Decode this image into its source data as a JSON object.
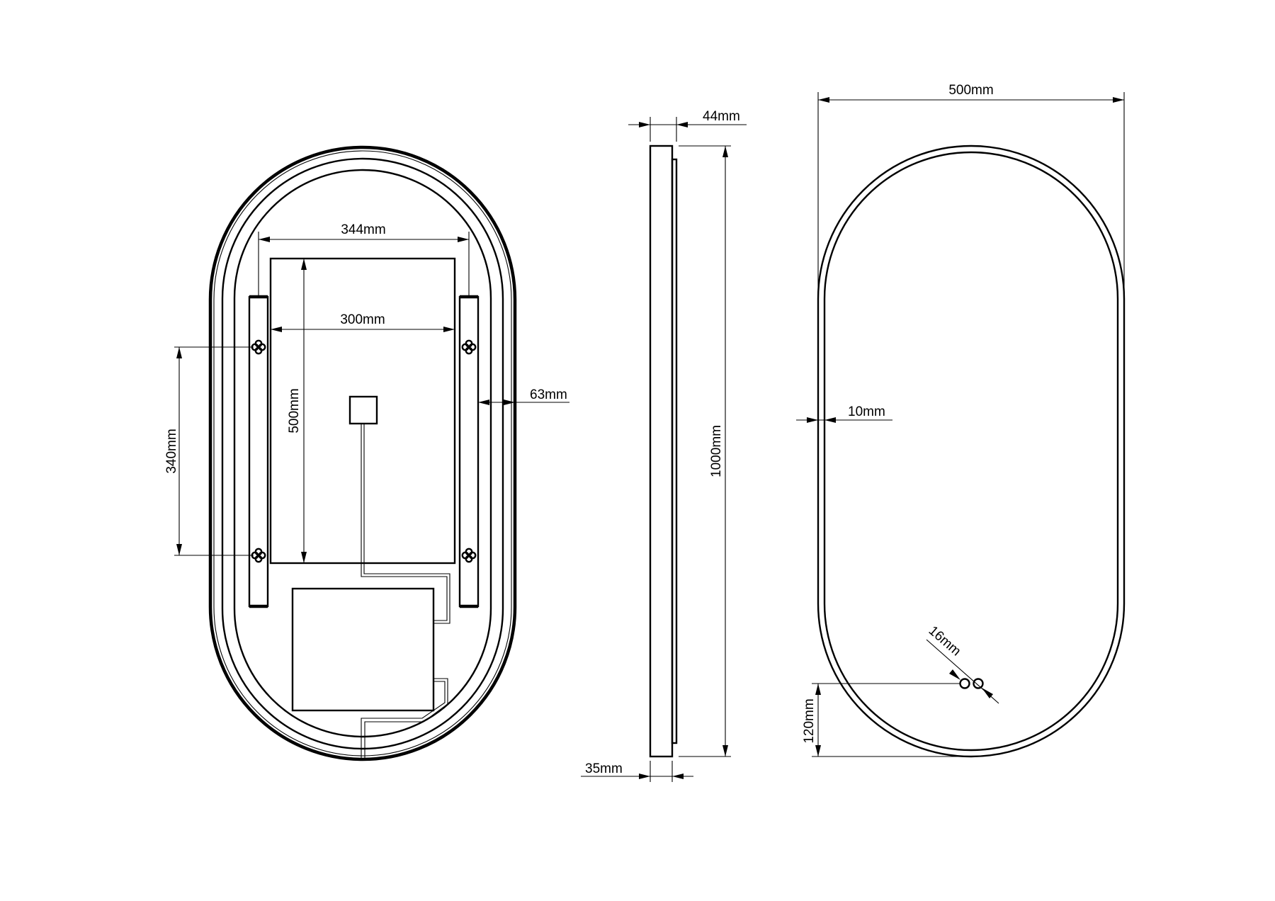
{
  "dimensions": {
    "back_width_344": "344mm",
    "back_width_300": "300mm",
    "back_height_500": "500mm",
    "bracket_spacing_340": "340mm",
    "edge_offset_63": "63mm",
    "total_depth_44": "44mm",
    "frame_depth_35": "35mm",
    "total_height_1000": "1000mm",
    "total_width_500": "500mm",
    "frame_width_10": "10mm",
    "button_size_16": "16mm",
    "button_height_120": "120mm"
  },
  "colors": {
    "line": "#000000",
    "background": "#ffffff"
  }
}
